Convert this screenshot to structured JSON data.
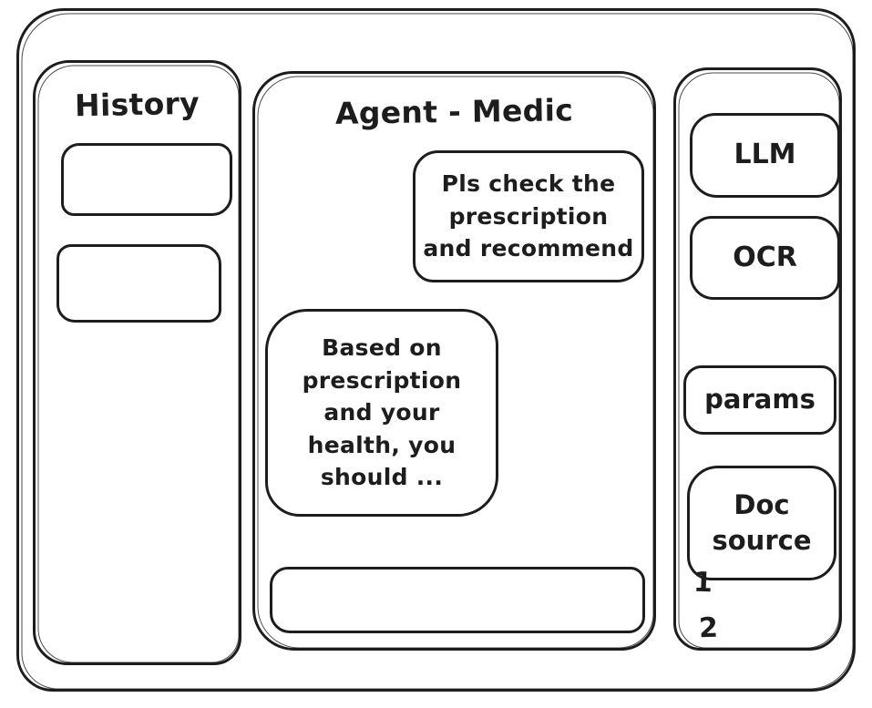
{
  "window": {
    "ink_color": "#1d1d1d",
    "background_color": "#ffffff"
  },
  "history_panel": {
    "title": "History",
    "items": [
      {
        "label": ""
      },
      {
        "label": ""
      }
    ]
  },
  "chat_panel": {
    "title": "Agent - Medic",
    "messages": [
      {
        "role": "user",
        "text": "Pls check the\nprescription\nand recommend"
      },
      {
        "role": "agent",
        "text": "Based on\nprescription\nand your\nhealth, you\nshould ..."
      }
    ],
    "input_value": ""
  },
  "tools_panel": {
    "llm_button": "LLM",
    "ocr_button": "OCR",
    "params_button": "params",
    "doc_source_button": "Doc source",
    "doc_list": [
      "1",
      "2"
    ]
  }
}
